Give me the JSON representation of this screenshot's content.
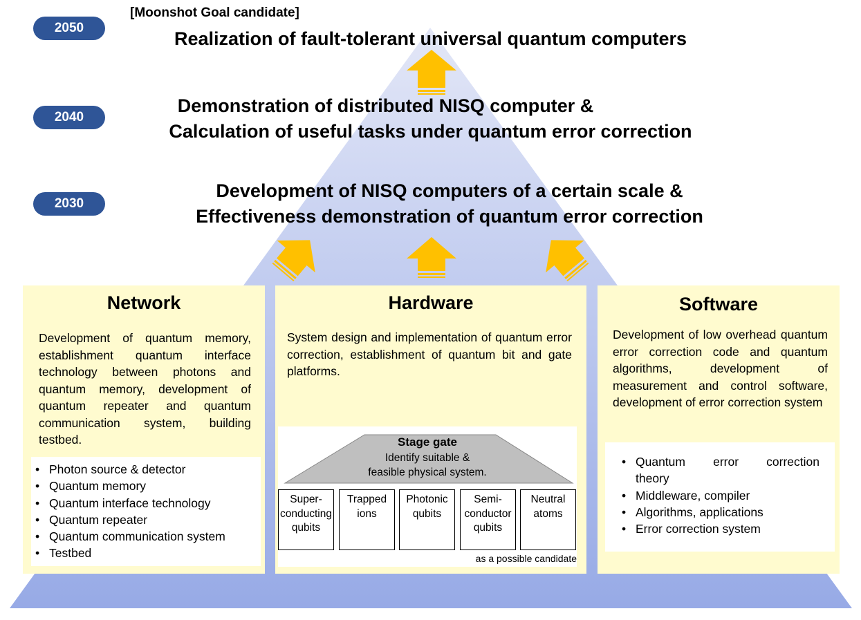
{
  "milestones": [
    {
      "year": "2050",
      "tag": "[Moonshot Goal candidate]",
      "lines": [
        "Realization of fault-tolerant universal quantum computers"
      ]
    },
    {
      "year": "2040",
      "lines": [
        "Demonstration of distributed NISQ computer &",
        "Calculation of useful tasks under quantum error correction"
      ]
    },
    {
      "year": "2030",
      "lines": [
        "Development of NISQ computers of a certain scale &",
        "Effectiveness demonstration of quantum error correction"
      ]
    }
  ],
  "network": {
    "title": "Network",
    "description": "Development of quantum memory, establishment quantum interface technology between photons and quantum memory, development of quantum repeater and quantum communication system, building testbed.",
    "items": [
      "Photon source & detector",
      "Quantum memory",
      "Quantum interface technology",
      "Quantum repeater",
      "Quantum communication system",
      "Testbed"
    ]
  },
  "hardware": {
    "title": "Hardware",
    "description": "System design and implementation of quantum error correction, establishment of quantum bit and gate platforms.",
    "stage_gate": {
      "title": "Stage gate",
      "subtitle_1": "Identify suitable &",
      "subtitle_2": "feasible physical system.",
      "candidates": [
        [
          "Super-",
          "conducting",
          "qubits"
        ],
        [
          "Trapped",
          "ions"
        ],
        [
          "Photonic",
          "qubits"
        ],
        [
          "Semi-",
          "conductor",
          "qubits"
        ],
        [
          "Neutral",
          "atoms"
        ]
      ],
      "note": "as a possible candidate"
    }
  },
  "software": {
    "title": "Software",
    "description": "Development of low overhead quantum error correction code and quantum algorithms, development of measurement and control software, development of error correction system",
    "items": [
      "Quantum error correction theory",
      "Middleware, compiler",
      "Algorithms, applications",
      "Error correction system"
    ]
  },
  "colors": {
    "year_badge": "#2f5597",
    "arrow": "#ffc000",
    "panel": "#fffbcf",
    "pyramid_top": "#e3e7f7",
    "pyramid_bottom": "#97aae6"
  }
}
